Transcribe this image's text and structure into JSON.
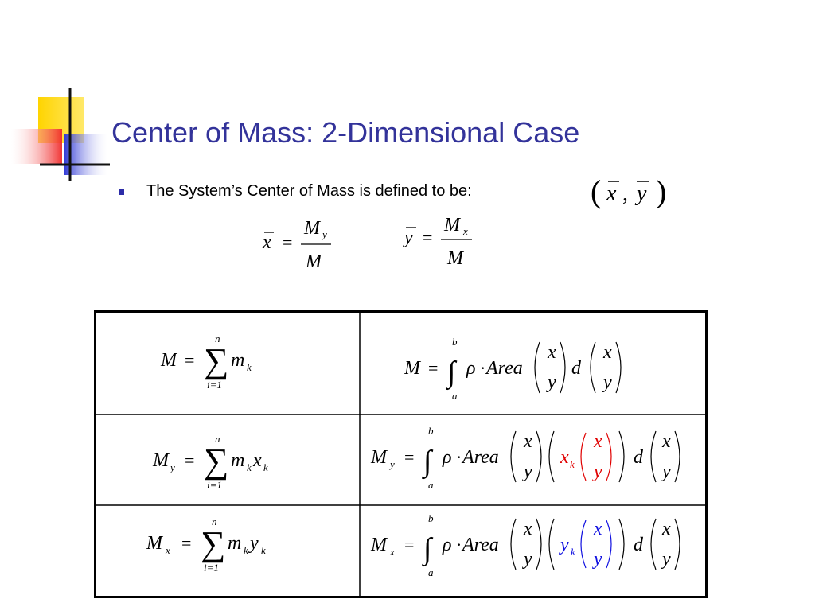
{
  "slide": {
    "title": "Center of Mass: 2-Dimensional Case",
    "bullet": "The System’s Center of Mass is defined to be:",
    "colors": {
      "title": "#33339a",
      "deco_yellow": "#ffd400",
      "deco_blue": "#2b34d4",
      "deco_red": "#f02a2a",
      "highlight_red": "#e00000",
      "highlight_blue": "#1010e0"
    }
  },
  "formulas": {
    "point": {
      "lparen": "(",
      "x": "x",
      "comma": ",",
      "y": "y",
      "rparen": ")"
    },
    "xbar": {
      "lhs": "x",
      "eq": "=",
      "num_main": "M",
      "num_sub": "y",
      "den": "M"
    },
    "ybar": {
      "lhs": "y",
      "eq": "=",
      "num_main": "M",
      "num_sub": "x",
      "den": "M"
    }
  },
  "table": {
    "rows": [
      {
        "discrete": {
          "lhs": "M",
          "lhs_sub": "",
          "eq": "=",
          "sigma": "∑",
          "upper": "n",
          "lower": "i=1",
          "terms": [
            "m",
            "k"
          ],
          "extra": [
            "",
            ""
          ]
        },
        "continuous": {
          "lhs": "M",
          "lhs_sub": "",
          "eq": "=",
          "integral": "∫",
          "upper": "b",
          "lower": "a",
          "rho": "ρ",
          "dot": "·",
          "area": "Area",
          "vec1": [
            "x",
            "y"
          ],
          "d": "d",
          "vec2": [
            "x",
            "y"
          ],
          "mult": "",
          "mult_sub": "",
          "vec_mid": [
            "",
            ""
          ]
        }
      },
      {
        "discrete": {
          "lhs": "M",
          "lhs_sub": "y",
          "eq": "=",
          "sigma": "∑",
          "upper": "n",
          "lower": "i=1",
          "terms": [
            "m",
            "k"
          ],
          "extra": [
            "x",
            "k"
          ]
        },
        "continuous": {
          "lhs": "M",
          "lhs_sub": "y",
          "eq": "=",
          "integral": "∫",
          "upper": "b",
          "lower": "a",
          "rho": "ρ",
          "dot": "·",
          "area": "Area",
          "vec1": [
            "x",
            "y"
          ],
          "d": "d",
          "vec2": [
            "x",
            "y"
          ],
          "mult": "x",
          "mult_sub": "k",
          "vec_mid": [
            "x",
            "y"
          ]
        }
      },
      {
        "discrete": {
          "lhs": "M",
          "lhs_sub": "x",
          "eq": "=",
          "sigma": "∑",
          "upper": "n",
          "lower": "i=1",
          "terms": [
            "m",
            "k"
          ],
          "extra": [
            "y",
            "k"
          ]
        },
        "continuous": {
          "lhs": "M",
          "lhs_sub": "x",
          "eq": "=",
          "integral": "∫",
          "upper": "b",
          "lower": "a",
          "rho": "ρ",
          "dot": "·",
          "area": "Area",
          "vec1": [
            "x",
            "y"
          ],
          "d": "d",
          "vec2": [
            "x",
            "y"
          ],
          "mult": "y",
          "mult_sub": "k",
          "vec_mid": [
            "x",
            "y"
          ]
        }
      }
    ]
  }
}
